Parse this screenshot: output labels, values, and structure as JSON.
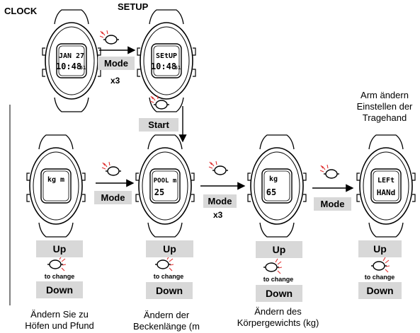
{
  "titles": {
    "clock": "CLOCK",
    "setup": "SETUP"
  },
  "watches": {
    "clock": {
      "line1": "JAN 27",
      "line2": "10:48",
      "line2_small": "51"
    },
    "setup": {
      "line1": "SEtUP",
      "line2": "10:48",
      "line2_small": "51"
    },
    "unit": {
      "line1": "kg m"
    },
    "pool": {
      "line1": "POOL m",
      "line2": "25"
    },
    "weight": {
      "line1": "kg",
      "line2": "65"
    },
    "arm": {
      "line1": "LEFt",
      "line2": "HANd"
    }
  },
  "buttons": {
    "mode1": "Mode",
    "x3_top": "x3",
    "start": "Start",
    "mode2": "Mode",
    "mode3": "Mode",
    "x3_bottom": "x3",
    "mode4": "Mode"
  },
  "adjust": {
    "up": "Up",
    "down": "Down",
    "to_change": "to change"
  },
  "captions": {
    "unit": [
      "Ändern Sie zu",
      "Höfen und Pfund"
    ],
    "pool": [
      "Ändern der",
      "Beckenlänge (m"
    ],
    "weight": [
      "Ändern des",
      "Körpergewichts (kg)"
    ],
    "arm": [
      "Arm ändern",
      "Einstellen der",
      "Tragehand"
    ]
  }
}
